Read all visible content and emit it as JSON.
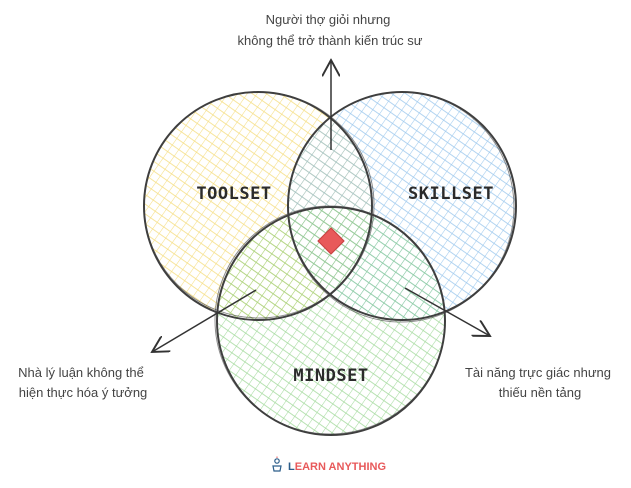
{
  "colors": {
    "toolset_fill": "#fbe9a6",
    "skillset_fill": "#b9dbf5",
    "mindset_fill": "#bfe8b8",
    "outline": "#3f3f3f",
    "center_diamond": "#e8595a",
    "brand_accent": "#e8595a"
  },
  "sets": {
    "toolset": "TOOLSET",
    "skillset": "SKILLSET",
    "mindset": "MINDSET"
  },
  "annotations": {
    "top": {
      "line1": "Người thợ giỏi nhưng",
      "line2": "không thể trở thành kiến trúc sư"
    },
    "bottom_left": {
      "line1": "Nhà lý luận không thể",
      "line2": "hiện thực hóa ý tưởng"
    },
    "bottom_right": {
      "line1": "Tài năng trực giác nhưng",
      "line2": "thiếu nền tảng"
    }
  },
  "brand": {
    "icon": "lightbulb-person-icon",
    "name_first_letter": "L",
    "name_rest": "EARN ANYTHING"
  }
}
